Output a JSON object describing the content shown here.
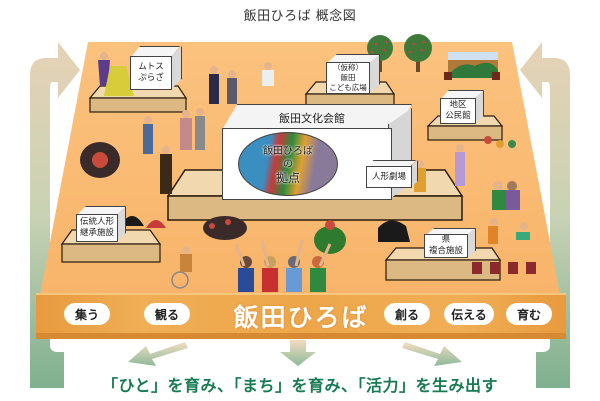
{
  "title": "飯田ひろば 概念図",
  "center_facility": {
    "name": "飯田文化会館",
    "inner_label_line1": "飯田ひろば",
    "inner_label_line2": "の",
    "inner_label_line3": "拠点"
  },
  "facilities": [
    {
      "id": "mutos",
      "label": "ムトス\nぷらざ"
    },
    {
      "id": "kodomo",
      "label": "（仮称）\n飯田\nこども広場"
    },
    {
      "id": "chiku",
      "label": "地区\n公民館"
    },
    {
      "id": "ningyo-gekijo",
      "label": "人形劇場"
    },
    {
      "id": "dento",
      "label": "伝統人形\n継承施設"
    },
    {
      "id": "ken",
      "label": "県\n複合施設"
    }
  ],
  "banner": {
    "title": "飯田ひろば",
    "activities": [
      "集う",
      "観る",
      "創る",
      "伝える",
      "育む"
    ]
  },
  "slogan": "「ひと」を育み、「まち」を育み、「活力」を生み出す",
  "colors": {
    "platform": "#f9b970",
    "banner": "#eea64a",
    "slogan": "#167a52",
    "cycle_arrow_top": "#e2cdb0",
    "cycle_arrow_bottom": "#7fb08f",
    "stage": "#e0bd8a"
  }
}
